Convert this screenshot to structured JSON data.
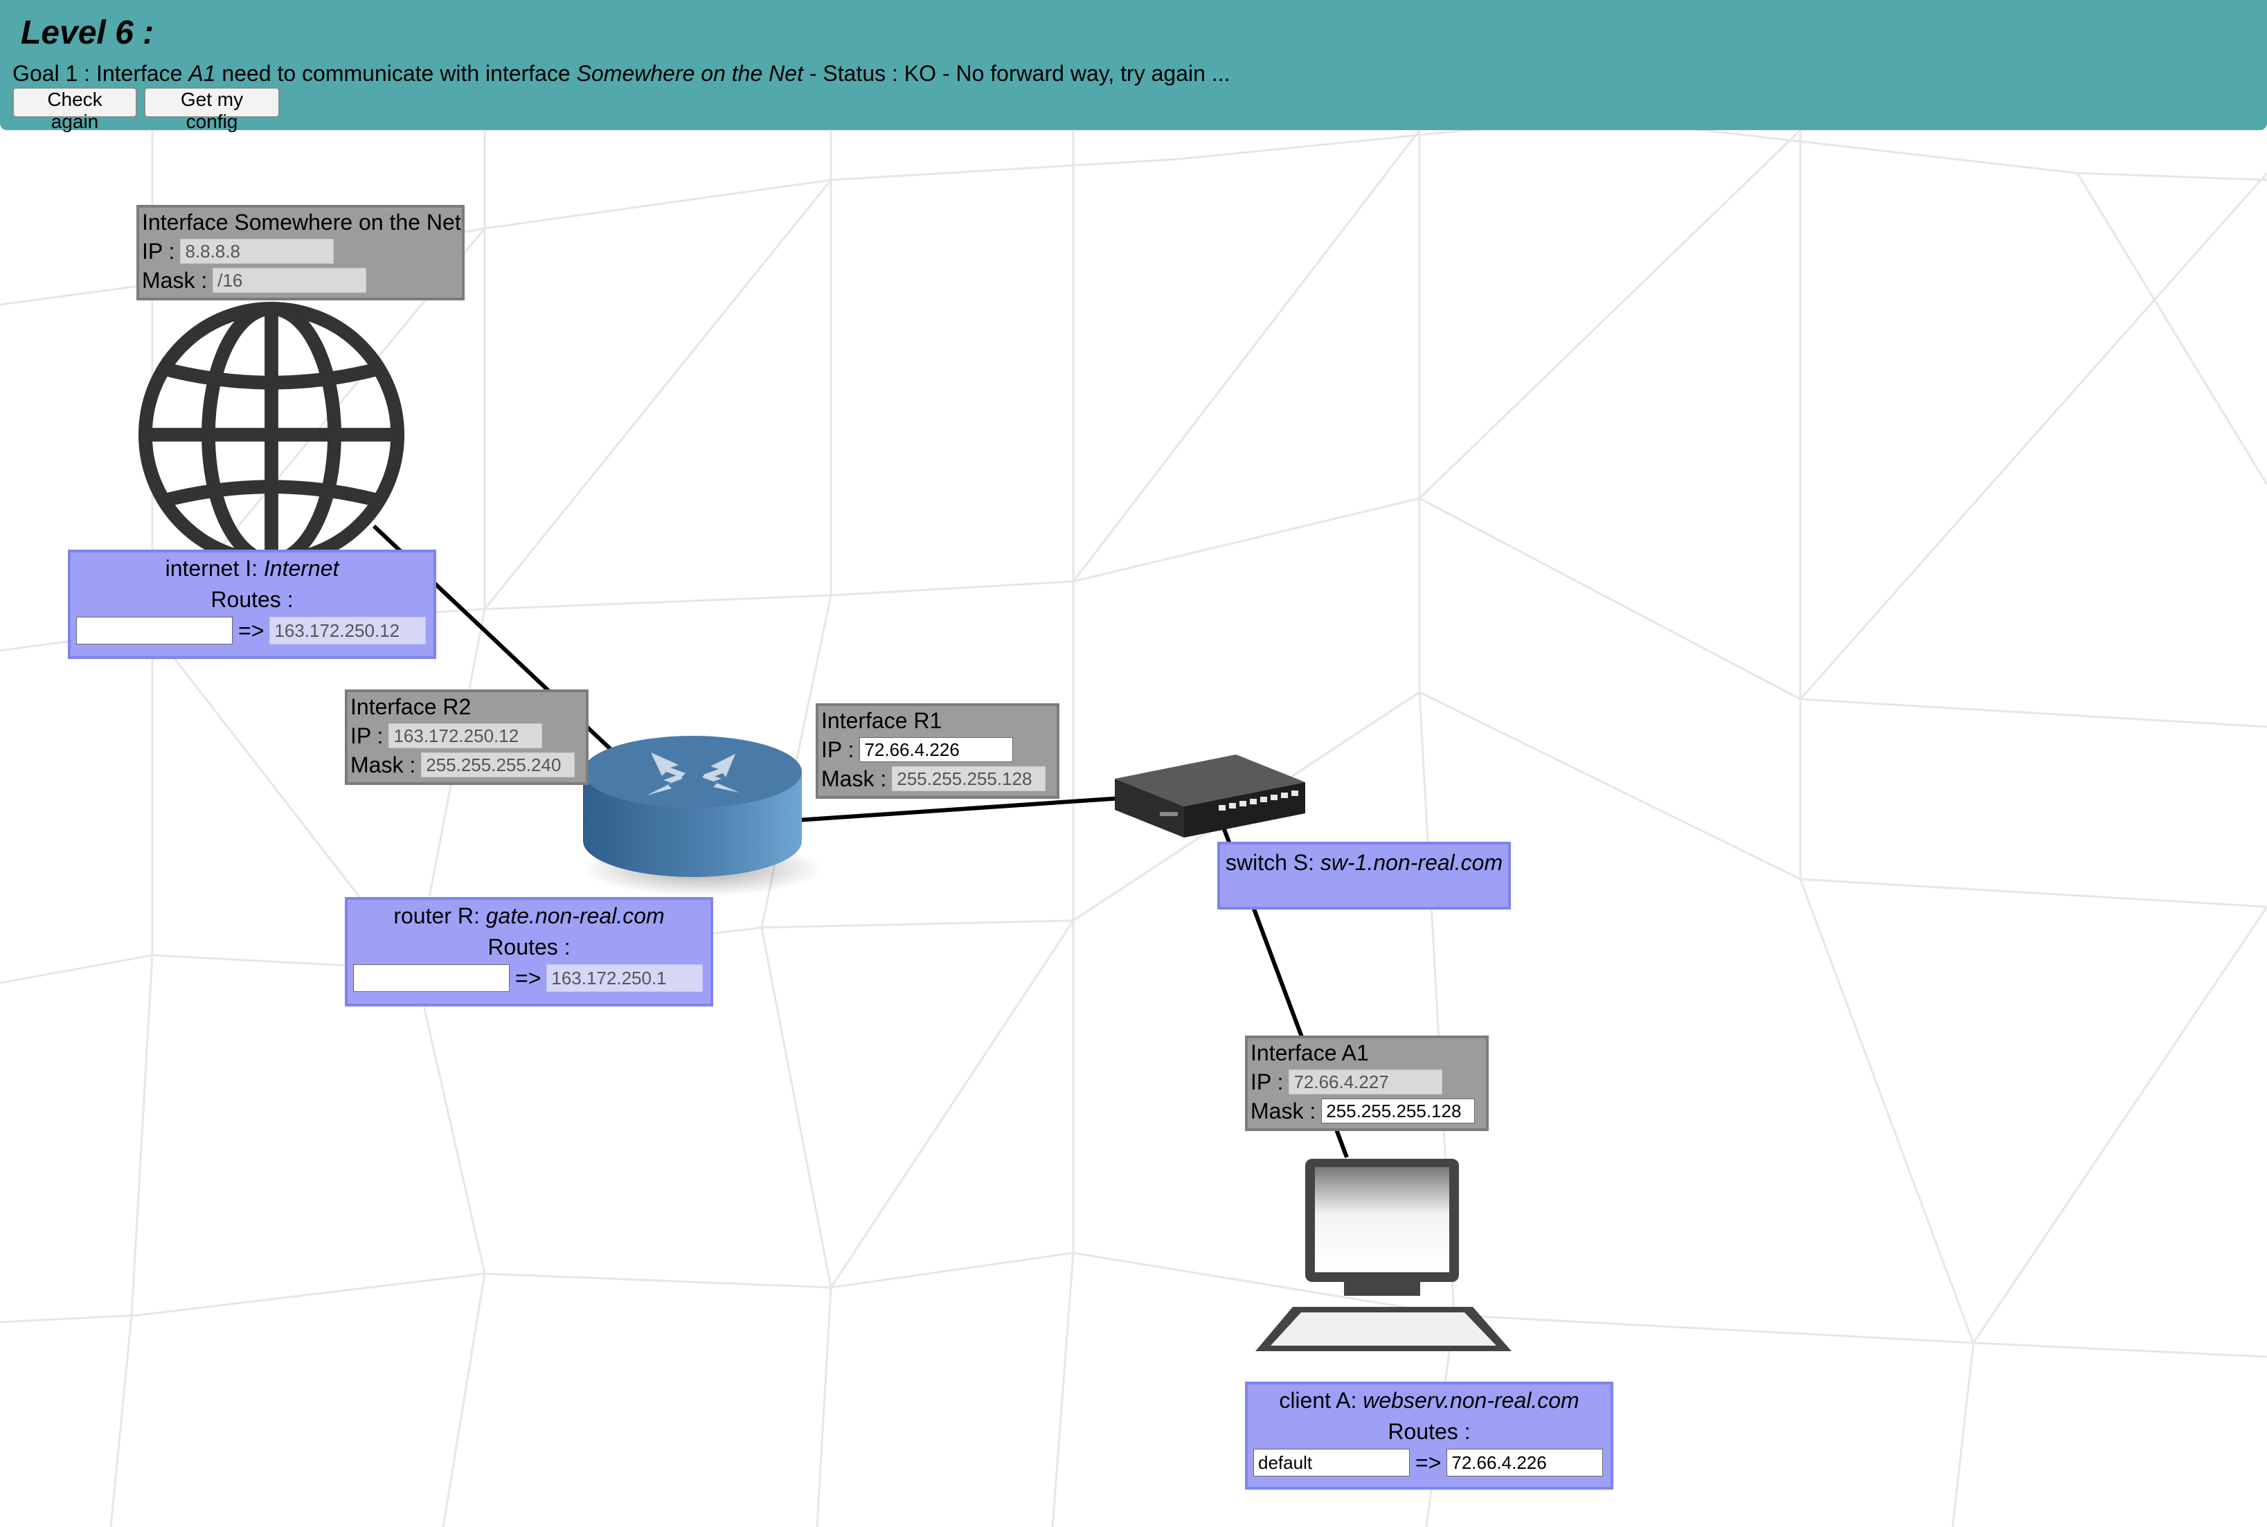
{
  "header": {
    "level_title": "Level 6 :",
    "goal_prefix": "Goal 1 : Interface ",
    "goal_source": "A1",
    "goal_middle": " need to communicate with interface ",
    "goal_target": "Somewhere on the Net",
    "goal_status": " - Status : KO - No forward way, try again ...",
    "check_again_label": "Check again",
    "get_config_label": "Get my config",
    "bar_color": "#52a8aa"
  },
  "interfaces": {
    "somewhere": {
      "title": "Interface Somewhere on the Net",
      "ip_label": "IP :",
      "ip_value": "8.8.8.8",
      "mask_label": "Mask :",
      "mask_value": "/16"
    },
    "r2": {
      "title": "Interface R2",
      "ip_label": "IP :",
      "ip_value": "163.172.250.12",
      "mask_label": "Mask :",
      "mask_value": "255.255.255.240"
    },
    "r1": {
      "title": "Interface R1",
      "ip_label": "IP :",
      "ip_value": "72.66.4.226",
      "mask_label": "Mask :",
      "mask_value": "255.255.255.128"
    },
    "a1": {
      "title": "Interface A1",
      "ip_label": "IP :",
      "ip_value": "72.66.4.227",
      "mask_label": "Mask :",
      "mask_value": "255.255.255.128"
    }
  },
  "nodes": {
    "internet": {
      "type_label": "internet I: ",
      "name": "Internet",
      "routes_label": "Routes :",
      "route_dest": "",
      "route_arrow": "=>",
      "route_gateway": "163.172.250.12"
    },
    "router": {
      "type_label": "router R: ",
      "name": "gate.non-real.com",
      "routes_label": "Routes :",
      "route_dest": "",
      "route_arrow": "=>",
      "route_gateway": "163.172.250.1"
    },
    "switch": {
      "type_label": "switch S: ",
      "name": "sw-1.non-real.com"
    },
    "client": {
      "type_label": "client A: ",
      "name": "webserv.non-real.com",
      "routes_label": "Routes :",
      "route_dest": "default",
      "route_arrow": "=>",
      "route_gateway": "72.66.4.226"
    }
  },
  "icons": {
    "internet": "globe-icon",
    "router": "router-icon",
    "switch": "switch-icon",
    "client": "computer-icon"
  },
  "colors": {
    "node_fill": "#9ea0f6",
    "interface_fill": "#9c9c9c",
    "router_blue": "#4a7aa8"
  }
}
